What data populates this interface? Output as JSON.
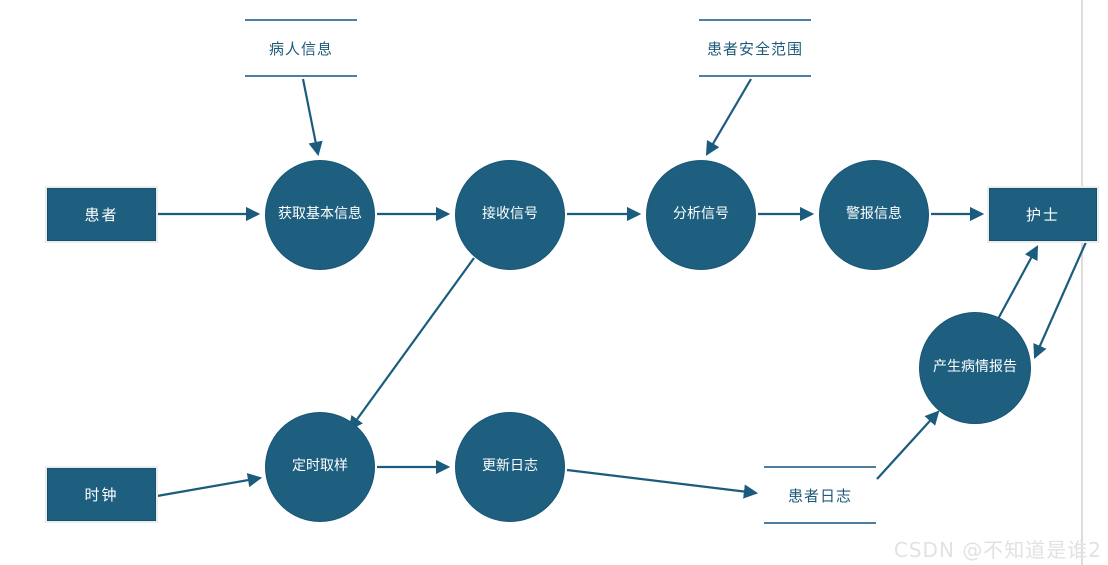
{
  "watermark": {
    "text": "CSDN @不知道是谁2"
  },
  "colors": {
    "shape_fill": "#1E5F80",
    "shape_text": "#FFFFFF",
    "arrow": "#1B5C7E",
    "datastore_line": "#4E7EA0",
    "datastore_text": "#1D5A7A",
    "page_boundary_line": "#DCDCDC",
    "watermark_text": "#E2E2E2"
  },
  "diagram": {
    "type": "data-flow-diagram",
    "external_entities": [
      {
        "id": "patient",
        "label": "患者"
      },
      {
        "id": "clock",
        "label": "时钟"
      },
      {
        "id": "nurse",
        "label": "护士"
      }
    ],
    "processes": [
      {
        "id": "get-basic-info",
        "label": "获取基本信息"
      },
      {
        "id": "receive-signal",
        "label": "接收信号"
      },
      {
        "id": "analyze-signal",
        "label": "分析信号"
      },
      {
        "id": "alarm-info",
        "label": "警报信息"
      },
      {
        "id": "timed-sampling",
        "label": "定时取样"
      },
      {
        "id": "update-log",
        "label": "更新日志"
      },
      {
        "id": "generate-report",
        "label": "产生病情报告"
      }
    ],
    "data_stores": [
      {
        "id": "patient-info",
        "label": "病人信息"
      },
      {
        "id": "patient-safety-range",
        "label": "患者安全范围"
      },
      {
        "id": "patient-log",
        "label": "患者日志"
      }
    ],
    "flows": [
      {
        "from": "patient",
        "to": "get-basic-info"
      },
      {
        "from": "patient-info",
        "to": "get-basic-info"
      },
      {
        "from": "get-basic-info",
        "to": "receive-signal"
      },
      {
        "from": "receive-signal",
        "to": "analyze-signal"
      },
      {
        "from": "patient-safety-range",
        "to": "analyze-signal"
      },
      {
        "from": "analyze-signal",
        "to": "alarm-info"
      },
      {
        "from": "alarm-info",
        "to": "nurse"
      },
      {
        "from": "receive-signal",
        "to": "timed-sampling"
      },
      {
        "from": "clock",
        "to": "timed-sampling"
      },
      {
        "from": "timed-sampling",
        "to": "update-log"
      },
      {
        "from": "update-log",
        "to": "patient-log"
      },
      {
        "from": "patient-log",
        "to": "generate-report"
      },
      {
        "from": "generate-report",
        "to": "nurse"
      },
      {
        "from": "nurse",
        "to": "generate-report"
      }
    ]
  }
}
